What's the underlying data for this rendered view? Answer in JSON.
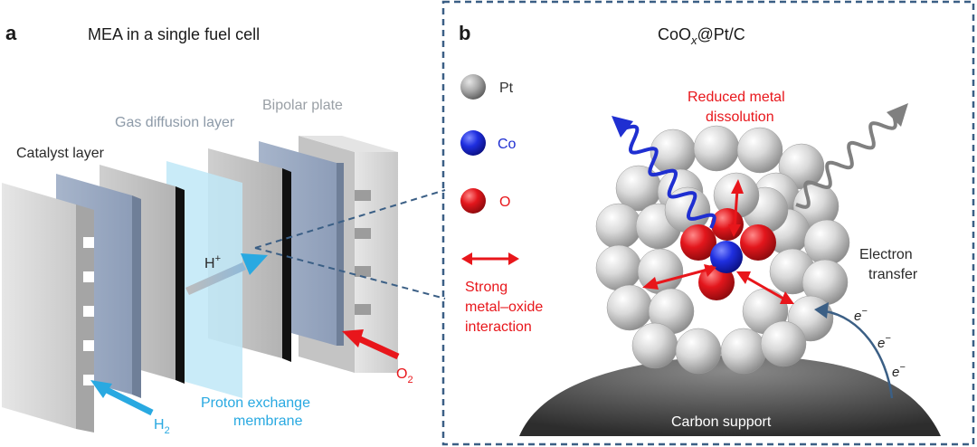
{
  "panel_a": {
    "letter": "a",
    "title": "MEA in a single fuel cell",
    "labels": {
      "bipolar_plate": "Bipolar plate",
      "gas_diffusion_layer": "Gas diffusion layer",
      "catalyst_layer": "Catalyst layer",
      "proton_exchange_membrane_line1": "Proton exchange",
      "proton_exchange_membrane_line2": "membrane",
      "h_plus": "H",
      "h_plus_sup": "+",
      "h2": "H",
      "h2_sub": "2",
      "o2": "O",
      "o2_sub": "2"
    }
  },
  "panel_b": {
    "letter": "b",
    "title_main": "CoO",
    "title_sub": "x",
    "title_rest": "@Pt/C",
    "legend": {
      "pt": "Pt",
      "co": "Co",
      "o": "O"
    },
    "strong_interaction": [
      "Strong",
      "metal–oxide",
      "interaction"
    ],
    "reduced_dissolution": [
      "Reduced metal",
      "dissolution"
    ],
    "electron_transfer": [
      "Electron",
      "transfer"
    ],
    "electron_symbol": "e",
    "electron_sup": "−",
    "carbon_support": "Carbon support"
  },
  "colors": {
    "pt": "#b5b5b5",
    "co": "#1a27d9",
    "o": "#e3161c",
    "cyan_arrow": "#29a9e1",
    "red_arrow": "#e8161b",
    "dashed_border": "#3b5f85"
  }
}
